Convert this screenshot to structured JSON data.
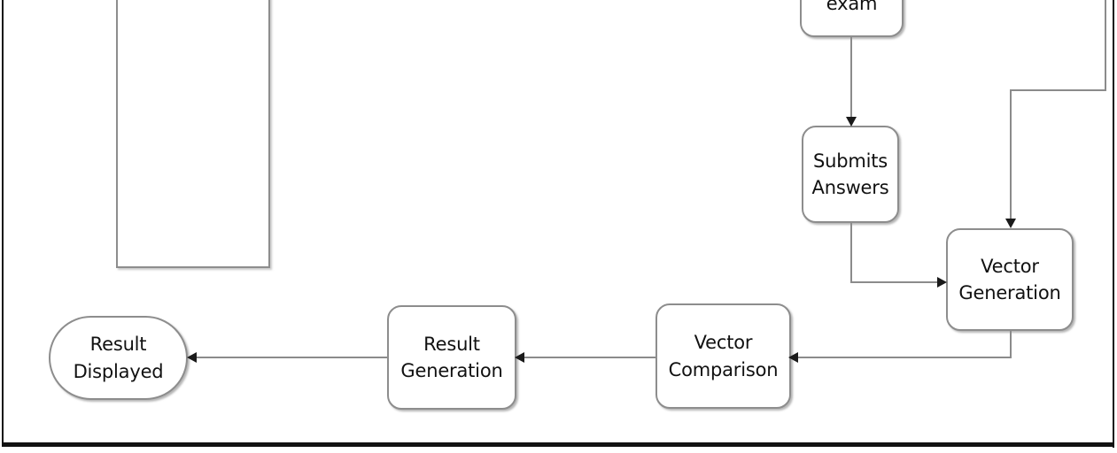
{
  "figure": {
    "type": "flowchart",
    "title": "",
    "background_color": "#ffffff",
    "node_border_color": "#8d8d8d",
    "connector_color": "#8b8b8b",
    "arrowhead_color": "#1a1a1a",
    "border_color": "#121212"
  },
  "nodes": [
    {
      "id": "exam",
      "label": "exam",
      "lines": [
        "exam"
      ],
      "shape": "rounded-rectangle",
      "clipped": "top"
    },
    {
      "id": "container",
      "label": "",
      "lines": [],
      "shape": "rectangle",
      "clipped": "top"
    },
    {
      "id": "submits-answers",
      "label": "Submits Answers",
      "lines": [
        "Submits",
        "Answers"
      ],
      "shape": "rounded-rectangle",
      "clipped": "none"
    },
    {
      "id": "vector-generation",
      "label": "Vector Generation",
      "lines": [
        "Vector",
        "Generation"
      ],
      "shape": "rounded-rectangle",
      "clipped": "none"
    },
    {
      "id": "vector-comparison",
      "label": "Vector Comparison",
      "lines": [
        "Vector",
        "Comparison"
      ],
      "shape": "rounded-rectangle",
      "clipped": "none"
    },
    {
      "id": "result-generation",
      "label": "Result Generation",
      "lines": [
        "Result",
        "Generation"
      ],
      "shape": "rounded-rectangle",
      "clipped": "none"
    },
    {
      "id": "result-displayed",
      "label": "Result Displayed",
      "lines": [
        "Result",
        "Displayed"
      ],
      "shape": "stadium",
      "clipped": "none"
    }
  ],
  "edges": [
    {
      "id": "e1",
      "from": "exam",
      "to": "submits-answers",
      "direction": "down"
    },
    {
      "id": "e2",
      "from": "submits-answers",
      "to": "vector-generation",
      "direction": "right"
    },
    {
      "id": "e3",
      "from": "offscreen-top-right",
      "to": "vector-generation",
      "direction": "down"
    },
    {
      "id": "e4",
      "from": "vector-generation",
      "to": "vector-comparison",
      "direction": "left"
    },
    {
      "id": "e5",
      "from": "vector-comparison",
      "to": "result-generation",
      "direction": "left"
    },
    {
      "id": "e6",
      "from": "result-generation",
      "to": "result-displayed",
      "direction": "left"
    }
  ]
}
